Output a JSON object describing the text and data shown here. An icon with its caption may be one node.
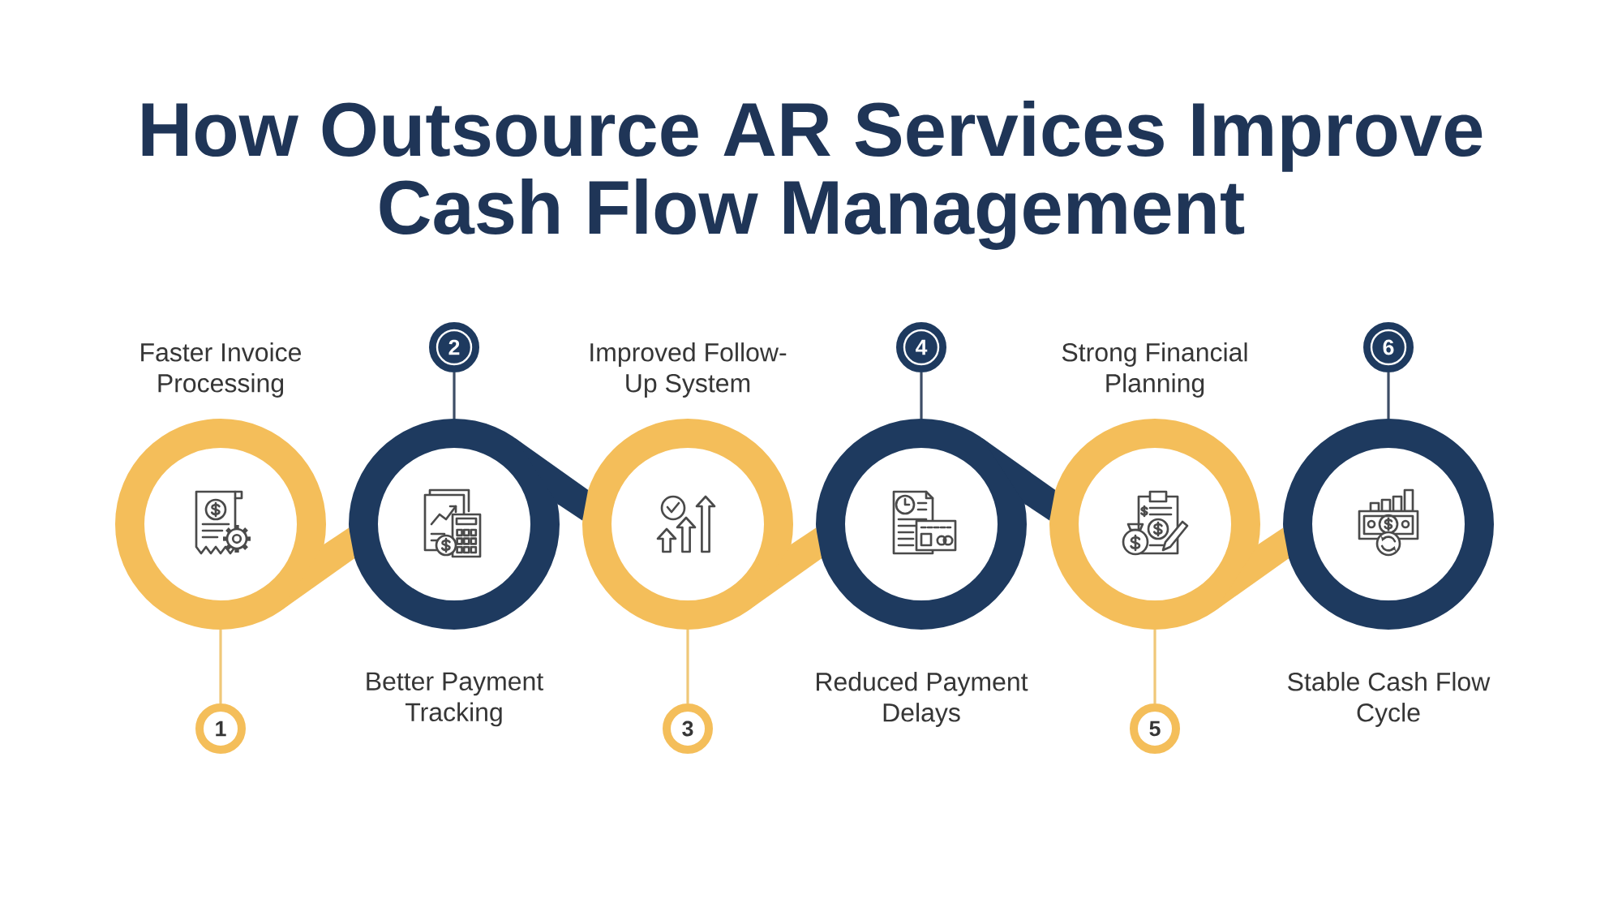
{
  "diagram": {
    "title": "How Outsource AR Services Improve Cash Flow Management",
    "nodes": [
      {
        "text": [],
        "shape": "circle",
        "beside": [
          "Faster Invoice Processing"
        ]
      },
      {
        "text": [
          "1"
        ]
      },
      {
        "text": [],
        "shape": "circle",
        "beside": [
          "Better Payment Tracking"
        ]
      },
      {
        "text": [
          "2"
        ]
      },
      {
        "text": [],
        "shape": "circle",
        "beside": [
          "Improved Follow-Up System"
        ]
      },
      {
        "text": [
          "3"
        ]
      },
      {
        "text": [],
        "shape": "circle",
        "beside": [
          "Reduced Payment Delays"
        ]
      },
      {
        "text": [
          "4"
        ]
      },
      {
        "text": [],
        "shape": "circle",
        "beside": [
          "Strong Financial Planning"
        ]
      },
      {
        "text": [
          "5"
        ]
      },
      {
        "text": [],
        "shape": "circle",
        "beside": [
          "Stable Cash Flow Cycle"
        ]
      },
      {
        "text": [
          "6"
        ]
      }
    ],
    "edges": [
      {
        "from": 0,
        "to": 2,
        "arrow": "none",
        "style": "thick",
        "color": "#f4be5a"
      },
      {
        "from": 2,
        "to": 4,
        "arrow": "none",
        "style": "thick",
        "color": "#1e3a5f"
      },
      {
        "from": 4,
        "to": 6,
        "arrow": "none",
        "style": "thick",
        "color": "#f4be5a"
      },
      {
        "from": 6,
        "to": 8,
        "arrow": "none",
        "style": "thick",
        "color": "#1e3a5f"
      },
      {
        "from": 8,
        "to": 10,
        "arrow": "none",
        "style": "thick",
        "color": "#f4be5a"
      },
      {
        "from": 1,
        "to": 0,
        "arrow": "none",
        "color": "#f0c878"
      },
      {
        "from": 3,
        "to": 2,
        "arrow": "none",
        "color": "#3d4d66"
      },
      {
        "from": 5,
        "to": 4,
        "arrow": "none",
        "color": "#f0c878"
      },
      {
        "from": 7,
        "to": 6,
        "arrow": "none",
        "color": "#3d4d66"
      },
      {
        "from": 9,
        "to": 8,
        "arrow": "none",
        "color": "#f0c878"
      },
      {
        "from": 11,
        "to": 10,
        "arrow": "none",
        "color": "#3d4d66"
      }
    ]
  }
}
